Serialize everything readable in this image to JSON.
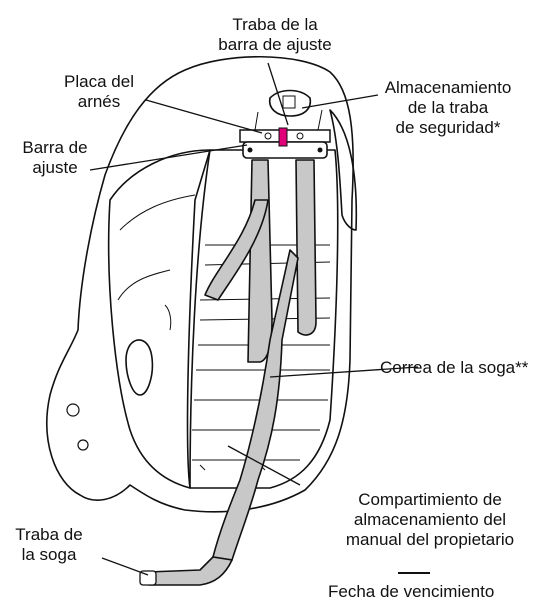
{
  "labels": {
    "adjust_bar_latch": [
      "Traba de la",
      "barra de ajuste"
    ],
    "harness_plate": [
      "Placa del",
      "arnés"
    ],
    "locking_clip_storage": [
      "Almacenamiento",
      "de la traba",
      "de seguridad*"
    ],
    "adjust_bar": [
      "Barra de",
      "ajuste"
    ],
    "tether_strap": [
      "Correa de la soga**"
    ],
    "manual_storage": [
      "Compartimiento de",
      "almacenamiento del",
      "manual del propietario"
    ],
    "tether_hook": [
      "Traba de",
      "la soga"
    ],
    "expiration_date": [
      "Fecha de vencimiento"
    ]
  },
  "colors": {
    "strap": "#c8c8c8",
    "latch": "#e0007a",
    "outline": "#111111"
  }
}
